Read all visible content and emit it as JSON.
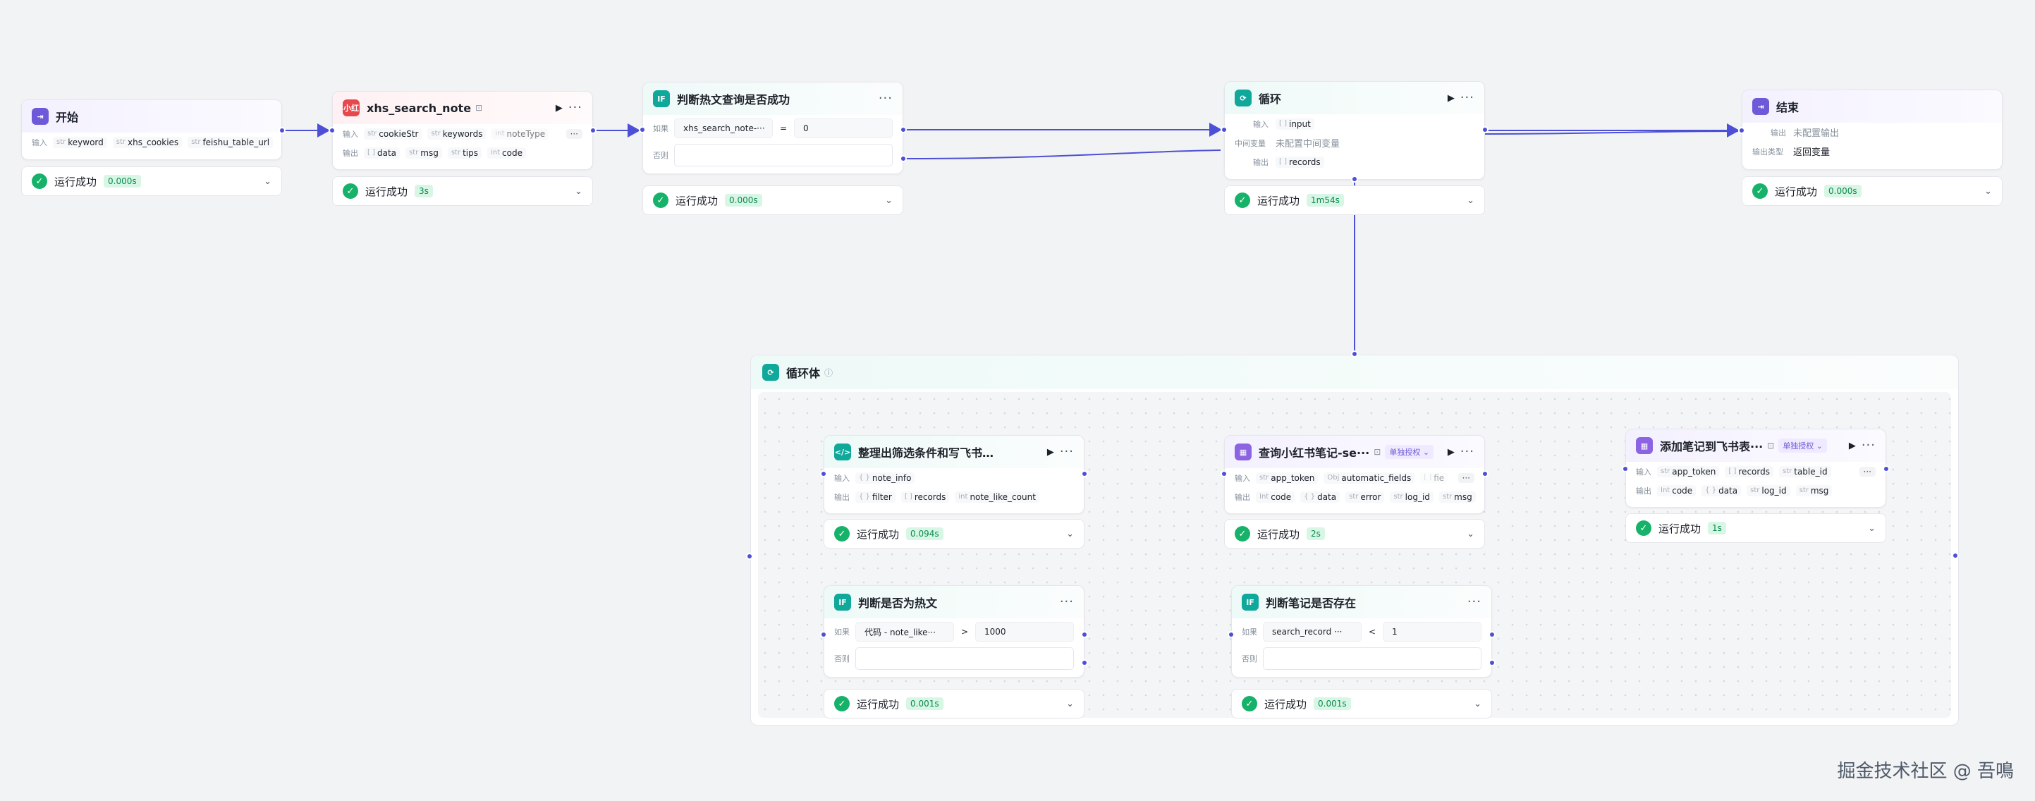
{
  "labels": {
    "input": "输入",
    "output": "输出",
    "if": "如果",
    "else": "否则",
    "mid_var": "中间变量",
    "output_type": "输出类型"
  },
  "status_text": "运行成功",
  "loop_container": {
    "title": "循环体"
  },
  "nodes": {
    "start": {
      "title": "开始",
      "inputs": [
        {
          "type": "str",
          "name": "keyword"
        },
        {
          "type": "str",
          "name": "xhs_cookies"
        },
        {
          "type": "str",
          "name": "feishu_table_url"
        }
      ],
      "status_time": "0.000s"
    },
    "xhs": {
      "title": "xhs_search_note",
      "inputs": [
        {
          "type": "str",
          "name": "cookieStr"
        },
        {
          "type": "str",
          "name": "keywords"
        },
        {
          "type": "int",
          "name": "noteType"
        }
      ],
      "outputs": [
        {
          "type": "[ ]",
          "name": "data"
        },
        {
          "type": "str",
          "name": "msg"
        },
        {
          "type": "str",
          "name": "tips"
        },
        {
          "type": "int",
          "name": "code"
        }
      ],
      "status_time": "3s"
    },
    "if1": {
      "title": "判断热文查询是否成功",
      "cond_left": "xhs_search_note-···",
      "cond_op": "=",
      "cond_right": "0",
      "status_time": "0.000s"
    },
    "loop": {
      "title": "循环",
      "input": {
        "type": "[ ]",
        "name": "input"
      },
      "mid_value": "未配置中间变量",
      "output": {
        "type": "[ ]",
        "name": "records"
      },
      "status_time": "1m54s"
    },
    "end": {
      "title": "结束",
      "output_value": "未配置输出",
      "output_type_value": "返回变量",
      "status_time": "0.000s"
    },
    "code": {
      "title": "整理出筛选条件和写飞书格式",
      "inputs": [
        {
          "type": "{ }",
          "name": "note_info"
        }
      ],
      "outputs": [
        {
          "type": "{ }",
          "name": "filter"
        },
        {
          "type": "[ ]",
          "name": "records"
        },
        {
          "type": "int",
          "name": "note_like_count"
        }
      ],
      "status_time": "0.094s"
    },
    "query": {
      "title": "查询小红书笔记-se···",
      "auth": "单独授权",
      "inputs": [
        {
          "type": "str",
          "name": "app_token"
        },
        {
          "type": "Obj",
          "name": "automatic_fields"
        },
        {
          "type": "[ ]",
          "name": "fie"
        }
      ],
      "outputs": [
        {
          "type": "Int",
          "name": "code"
        },
        {
          "type": "{ }",
          "name": "data"
        },
        {
          "type": "str",
          "name": "error"
        },
        {
          "type": "str",
          "name": "log_id"
        },
        {
          "type": "str",
          "name": "msg"
        }
      ],
      "status_time": "2s"
    },
    "add": {
      "title": "添加笔记到飞书表···",
      "auth": "单独授权",
      "inputs": [
        {
          "type": "str",
          "name": "app_token"
        },
        {
          "type": "[ ]",
          "name": "records"
        },
        {
          "type": "str",
          "name": "table_id"
        }
      ],
      "outputs": [
        {
          "type": "Int",
          "name": "code"
        },
        {
          "type": "{ }",
          "name": "data"
        },
        {
          "type": "str",
          "name": "log_id"
        },
        {
          "type": "str",
          "name": "msg"
        }
      ],
      "status_time": "1s"
    },
    "if2": {
      "title": "判断是否为热文",
      "cond_left": "代码 - note_like···",
      "cond_op": ">",
      "cond_right": "1000",
      "status_time": "0.001s"
    },
    "if3": {
      "title": "判断笔记是否存在",
      "cond_left": "search_record ···",
      "cond_op": "<",
      "cond_right": "1",
      "status_time": "0.001s"
    }
  },
  "watermark": "掘金技术社区 @ 吾鳴",
  "colors": {
    "edge": "#4d4fd6",
    "success": "#17b26a",
    "accent": "#6e5ad8",
    "teal": "#0fa89a"
  }
}
